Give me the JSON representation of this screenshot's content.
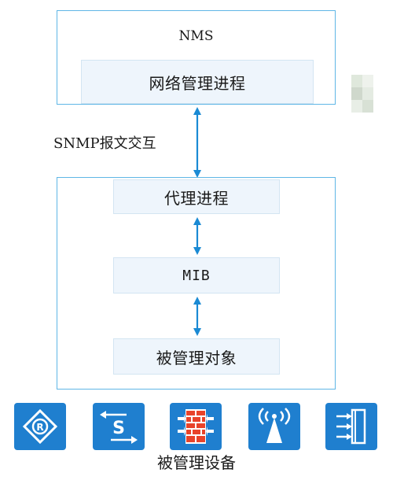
{
  "nms": {
    "title": "NMS",
    "process": "网络管理进程"
  },
  "snmp_label": "SNMP报文交互",
  "agent_device": {
    "agent_process": "代理进程",
    "mib": "MIB",
    "managed_object": "被管理对象"
  },
  "managed_devices": {
    "label": "被管理设备",
    "icons": [
      "router-icon",
      "switch-icon",
      "firewall-icon",
      "wireless-ap-icon",
      "server-rack-icon"
    ]
  },
  "colors": {
    "border": "#5fb6e6",
    "inner_fill": "#eef5fc",
    "arrow": "#1a8ad4",
    "icon_tile": "#1f7fcf"
  }
}
